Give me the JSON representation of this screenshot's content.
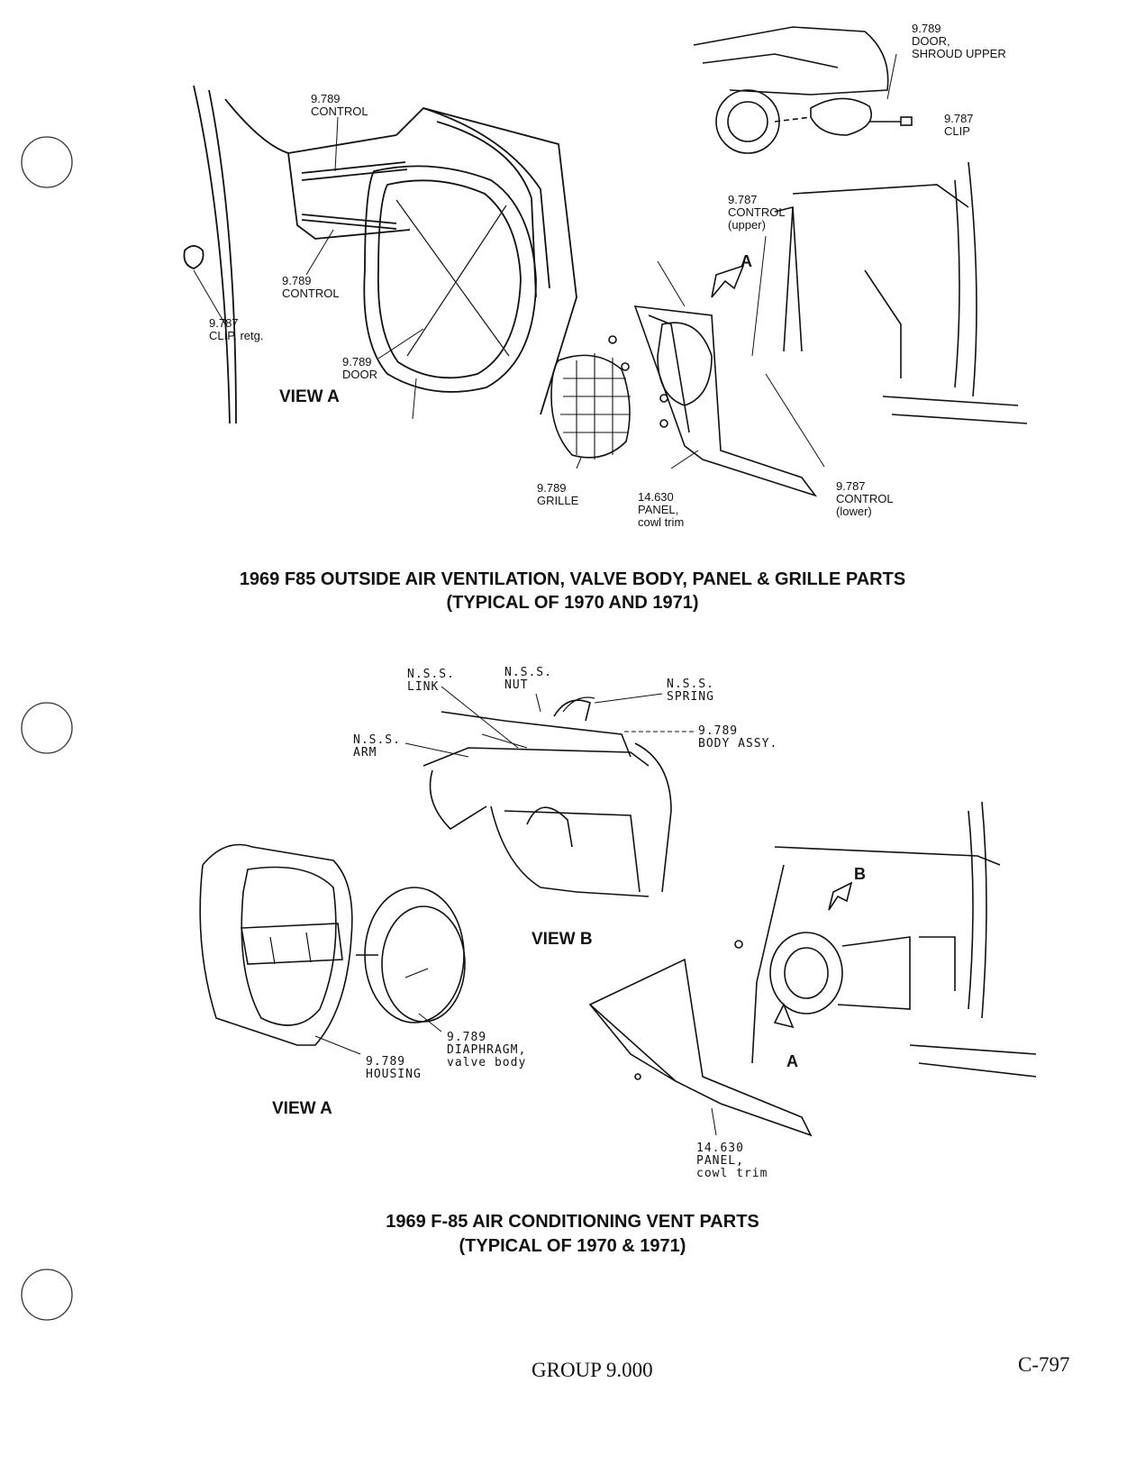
{
  "diagram1": {
    "labels": {
      "control_top": "9.789\nCONTROL",
      "control_mid": "9.789\nCONTROL",
      "clip_retg": "9.787\nCLIP, retg.",
      "door": "9.789\nDOOR",
      "door_shroud": "9.789\nDOOR,\nSHROUD UPPER",
      "clip": "9.787\nCLIP",
      "control_upper": "9.787\nCONTROL\n(upper)",
      "grille": "9.789\nGRILLE",
      "panel": "14.630\nPANEL,\ncowl trim",
      "control_lower": "9.787\nCONTROL\n(lower)"
    },
    "view_label": "VIEW  A",
    "marker": "A",
    "caption_line1": "1969 F85 OUTSIDE AIR VENTILATION, VALVE BODY, PANEL & GRILLE PARTS",
    "caption_line2": "(TYPICAL OF 1970 AND 1971)"
  },
  "diagram2": {
    "labels": {
      "link": "N.S.S.\nLINK",
      "nut": "N.S.S.\nNUT",
      "spring": "N.S.S.\nSPRING",
      "arm": "N.S.S.\nARM",
      "body_assy": "9.789\nBODY ASSY.",
      "diaphragm": "9.789\nDIAPHRAGM,\nvalve body",
      "housing": "9.789\nHOUSING",
      "panel": "14.630\nPANEL,\ncowl trim"
    },
    "view_b": "VIEW B",
    "view_a": "VIEW A",
    "marker_b": "B",
    "marker_a": "A",
    "caption_line1": "1969  F-85 AIR CONDITIONING VENT PARTS",
    "caption_line2": "(TYPICAL OF 1970 & 1971)"
  },
  "footer": {
    "group": "GROUP 9.000",
    "page": "C-797"
  }
}
